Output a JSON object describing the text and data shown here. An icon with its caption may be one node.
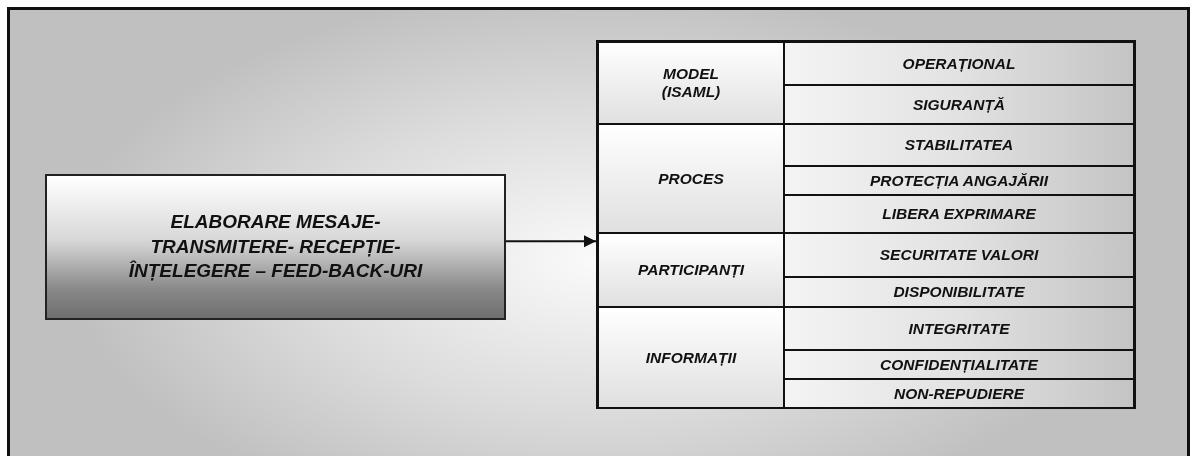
{
  "diagram": {
    "nodes": [
      {
        "text": [
          "ELABORARE MESAJE- TRANSMITERE- RECEPȚIE- ÎNȚELEGERE – FEED-BACK-URI"
        ]
      },
      {
        "text": [],
        "shape": "box"
      },
      {
        "text": [
          "MODEL (ISAML)"
        ],
        "in": 1
      },
      {
        "text": [
          "OPERAȚIONAL"
        ],
        "in": 1
      },
      {
        "text": [
          "SIGURANȚĂ"
        ],
        "in": 1
      },
      {
        "text": [
          "PROCES"
        ],
        "in": 1
      },
      {
        "text": [
          "STABILITATEA"
        ],
        "in": 1
      },
      {
        "text": [
          "PROTECȚIA ANGAJĂRII"
        ],
        "in": 1
      },
      {
        "text": [
          "LIBERA EXPRIMARE"
        ],
        "in": 1
      },
      {
        "text": [
          "PARTICIPANȚI"
        ],
        "in": 1
      },
      {
        "text": [
          "SECURITATE VALORI"
        ],
        "in": 1
      },
      {
        "text": [
          "DISPONIBILITATE"
        ],
        "in": 1
      },
      {
        "text": [
          "INFORMAȚII"
        ],
        "in": 1
      },
      {
        "text": [
          "INTEGRITATE"
        ],
        "in": 1
      },
      {
        "text": [
          "CONFIDENȚIALITATE"
        ],
        "in": 1
      },
      {
        "text": [
          "NON-REPUDIERE"
        ],
        "in": 1
      }
    ],
    "edges": [
      {
        "from": 0,
        "to": 1,
        "arrow": "to"
      }
    ]
  }
}
